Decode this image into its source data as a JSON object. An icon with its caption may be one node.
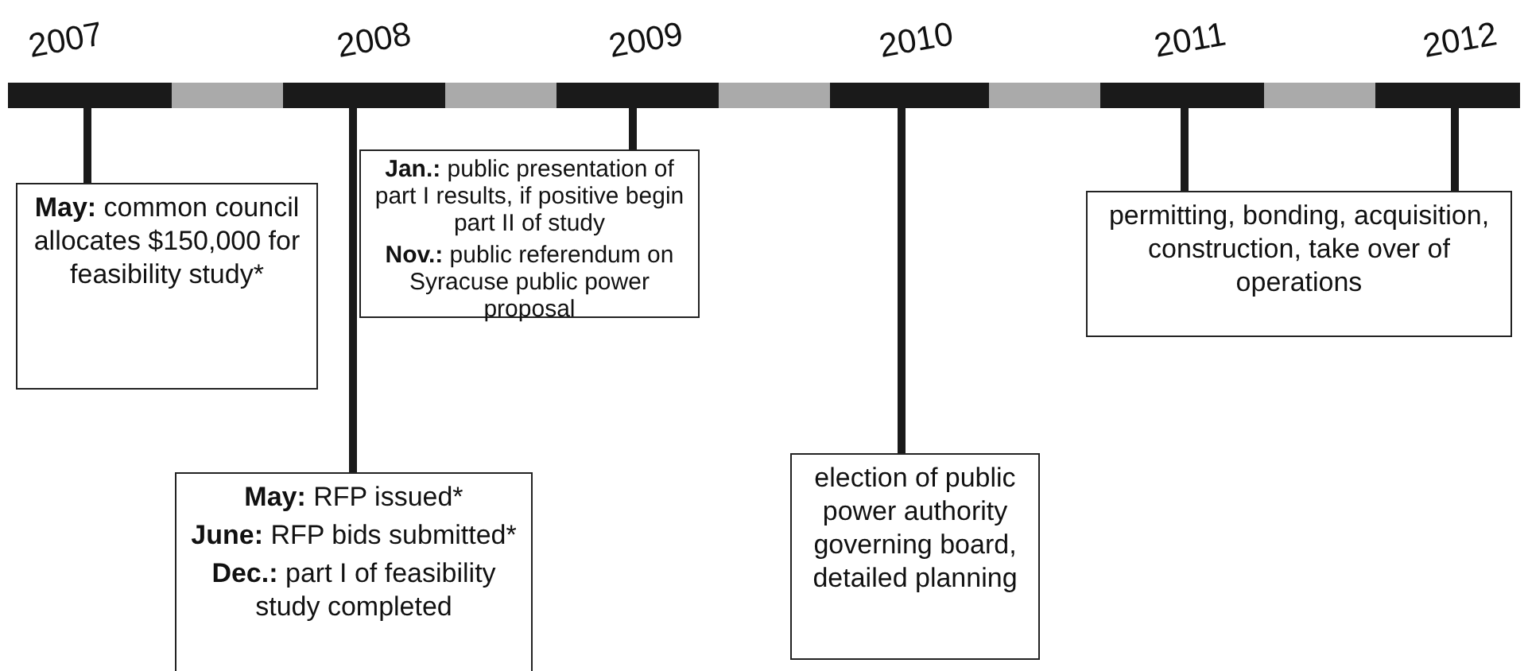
{
  "diagram": {
    "nodes": [
      {
        "text": [],
        "shape": "bar"
      },
      {
        "text": [
          "**May:** common council allocates $150,000 for feasibility study*"
        ]
      },
      {
        "text": [
          "**May:** RFP issued*",
          "**June:** RFP bids submitted*",
          "**Dec.:** part I of feasibility study completed"
        ]
      },
      {
        "text": [
          "**Jan.:** public presentation of part I results, if positive begin part II of study",
          "**Nov.:** public referendum on Syracuse public power proposal"
        ]
      },
      {
        "text": [
          "election of public power authority governing board, detailed planning"
        ]
      },
      {
        "text": [
          "permitting, bonding, acquisition, construction, take over of operations"
        ]
      }
    ],
    "edges": [
      {
        "from": 0,
        "to": 1,
        "arrow": "none"
      },
      {
        "from": 0,
        "to": 2,
        "arrow": "none"
      },
      {
        "from": 0,
        "to": 3,
        "arrow": "none"
      },
      {
        "from": 0,
        "to": 4,
        "arrow": "none"
      },
      {
        "from": 0,
        "to": 5,
        "arrow": "none"
      },
      {
        "from": 0,
        "to": 5,
        "arrow": "none"
      }
    ],
    "labels": [
      "2007",
      "2008",
      "2009",
      "2010",
      "2011",
      "2012"
    ]
  }
}
